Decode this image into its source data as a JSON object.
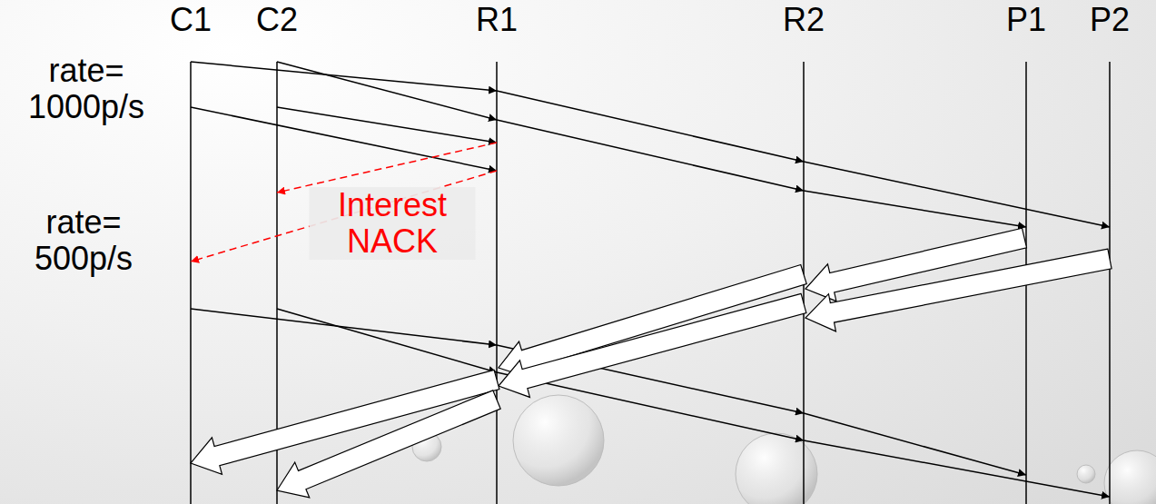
{
  "diagram": {
    "labels": [
      "C1",
      "C2",
      "R1",
      "R2",
      "P1",
      "P2",
      "rate= 1000p/s",
      "rate= 500p/s",
      "Interest NACK"
    ]
  }
}
